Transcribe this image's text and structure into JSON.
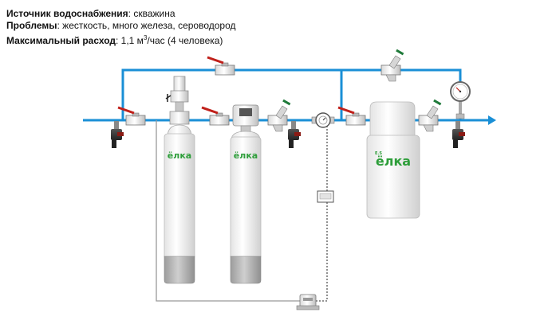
{
  "info": {
    "source_label": "Источник водоснабжения",
    "source_value": ": скважина",
    "problems_label": "Проблемы",
    "problems_value": ": жесткость, много железа, сероводород",
    "flow_label": "Максимальный расход",
    "flow_value_prefix": ": 1,1 м",
    "flow_value_sup": "3",
    "flow_value_suffix": "/час (4 человека)"
  },
  "brand": {
    "filter1": "ёлка",
    "filter2": "ёлка",
    "softener": "ёлка",
    "softener_small": "E.S"
  },
  "colors": {
    "pipe": "#1a8fd6",
    "drain_line": "#999999",
    "brand": "#2e9e3a",
    "valve_handle": "#c0201a",
    "check_valve_handle": "#1f7a3a",
    "vessel_bottom": "#a9a9a9"
  }
}
